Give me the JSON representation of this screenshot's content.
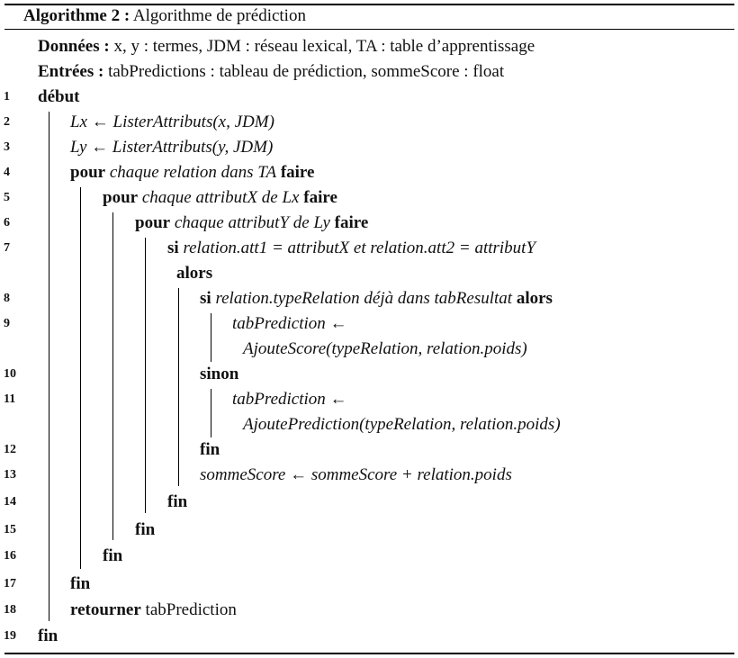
{
  "header": {
    "label": "Algorithme 2 :",
    "title": "Algorithme de prédiction"
  },
  "donnees": {
    "label": "Données :",
    "text": "x, y : termes, JDM : réseau lexical, TA : table d’apprentissage"
  },
  "entrees": {
    "label": "Entrées :",
    "text": "tabPredictions : tableau de prédiction, sommeScore : float"
  },
  "line_numbers": [
    "1",
    "2",
    "3",
    "4",
    "5",
    "6",
    "7",
    "8",
    "9",
    "10",
    "11",
    "12",
    "13",
    "14",
    "15",
    "16",
    "17",
    "18",
    "19"
  ],
  "code": {
    "debut": "début",
    "l2": "Lx ← ListerAttributs(x, JDM)",
    "l3": "Ly ← ListerAttributs(y, JDM)",
    "l4_kw": "pour",
    "l4_it": "chaque relation dans TA",
    "l4_kw2": "faire",
    "l5_kw": "pour",
    "l5_it": "chaque attributX de Lx",
    "l5_kw2": "faire",
    "l6_kw": "pour",
    "l6_it": "chaque attributY de Ly",
    "l6_kw2": "faire",
    "l7_kw": "si",
    "l7_it": "relation.att1 = attributX et relation.att2 = attributY",
    "l7_alors": "alors",
    "l8_kw": "si",
    "l8_it": "relation.typeRelation déjà dans tabResultat",
    "l8_kw2": "alors",
    "l9a": "tabPrediction ←",
    "l9b": "AjouteScore(typeRelation, relation.poids)",
    "sinon": "sinon",
    "l11a": "tabPrediction ←",
    "l11b": "AjoutePrediction(typeRelation, relation.poids)",
    "fin12": "fin",
    "l13": "sommeScore ← sommeScore + relation.poids",
    "fin14": "fin",
    "fin15": "fin",
    "fin16": "fin",
    "fin17": "fin",
    "l18_kw": "retourner",
    "l18_text": "tabPrediction",
    "fin19": "fin"
  }
}
